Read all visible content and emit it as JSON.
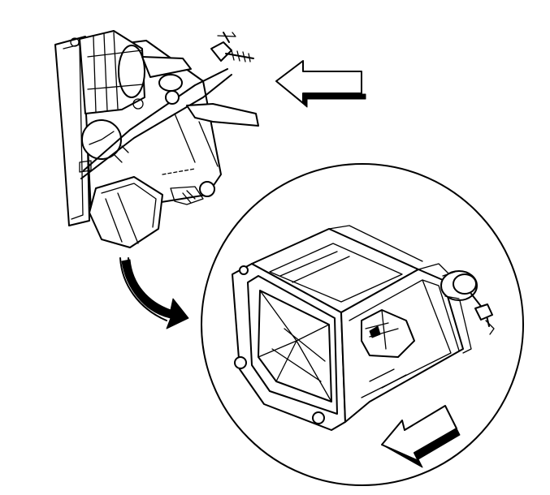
{
  "figure": {
    "background": "#ffffff",
    "line_color": "#000000",
    "parts": [
      {
        "name": "assembled-module",
        "icon": "hvac-module-drawing"
      },
      {
        "name": "detail-callout",
        "icon": "magnified-circle"
      },
      {
        "name": "removed-housing",
        "icon": "blower-housing-drawing"
      },
      {
        "name": "removal-arrow",
        "icon": "curved-arrow"
      },
      {
        "name": "direction-arrow-top",
        "icon": "left-arrow"
      },
      {
        "name": "direction-arrow-bottom",
        "icon": "down-left-arrow"
      }
    ]
  }
}
